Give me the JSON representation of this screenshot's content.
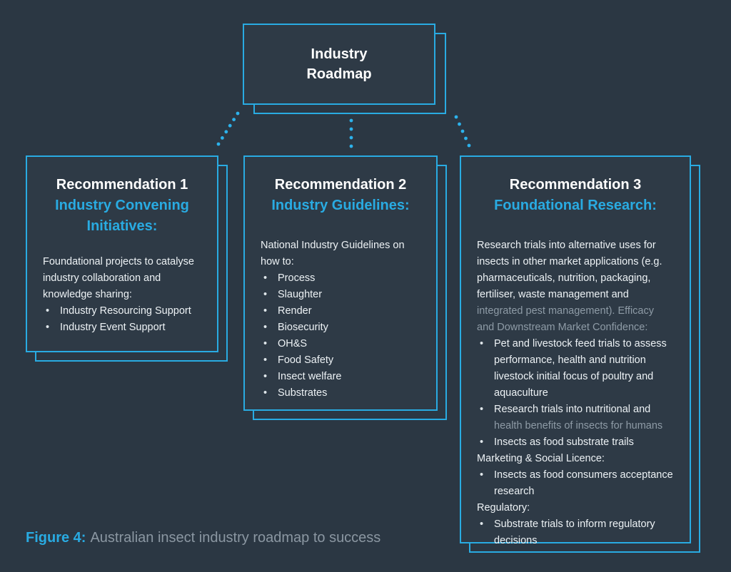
{
  "colors": {
    "background": "#2b3743",
    "box_fill": "#2e3a46",
    "accent_cyan": "#29abe2",
    "dot_cyan": "#2cb2ec",
    "text_white": "#edf2f5",
    "text_muted": "#8e9ba6",
    "caption_gray": "#8b97a2"
  },
  "root_box": {
    "title": "Industry\nRoadmap"
  },
  "caption": {
    "label": "Figure 4:",
    "text": "Australian insect industry roadmap to success"
  },
  "recommendations": [
    {
      "id": "recommendation-1",
      "heading": "Recommendation 1",
      "subheading": "Industry Convening Initiatives:",
      "blocks": [
        {
          "type": "paragraph",
          "segments": [
            {
              "text": "Foundational projects to catalyse industry collaboration and knowledge sharing:",
              "muted": false
            }
          ]
        },
        {
          "type": "bullets",
          "items": [
            [
              {
                "text": "Industry Resourcing Support",
                "muted": false
              }
            ],
            [
              {
                "text": "Industry Event Support",
                "muted": false
              }
            ]
          ]
        }
      ]
    },
    {
      "id": "recommendation-2",
      "heading": "Recommendation 2",
      "subheading": "Industry Guidelines:",
      "blocks": [
        {
          "type": "paragraph",
          "segments": [
            {
              "text": "National Industry Guidelines on how to:",
              "muted": false
            }
          ]
        },
        {
          "type": "bullets",
          "items": [
            [
              {
                "text": "Process",
                "muted": false
              }
            ],
            [
              {
                "text": "Slaughter",
                "muted": false
              }
            ],
            [
              {
                "text": "Render",
                "muted": false
              }
            ],
            [
              {
                "text": "Biosecurity",
                "muted": false
              }
            ],
            [
              {
                "text": "OH&S",
                "muted": false
              }
            ],
            [
              {
                "text": "Food Safety",
                "muted": false
              }
            ],
            [
              {
                "text": "Insect welfare",
                "muted": false
              }
            ],
            [
              {
                "text": "Substrates",
                "muted": false
              }
            ]
          ]
        }
      ]
    },
    {
      "id": "recommendation-3",
      "heading": "Recommendation 3",
      "subheading": "Foundational Research:",
      "blocks": [
        {
          "type": "paragraph",
          "segments": [
            {
              "text": "Research trials into alternative uses for insects in other market applications (e.g. pharmaceuticals, nutrition, packaging, fertiliser, waste management and ",
              "muted": false
            },
            {
              "text": "integrated pest management). Efficacy and Downstream Market Confidence:",
              "muted": true
            }
          ]
        },
        {
          "type": "bullets",
          "items": [
            [
              {
                "text": "Pet and livestock feed trials to assess performance, health and nutrition livestock initial focus of poultry and aquaculture",
                "muted": false
              }
            ],
            [
              {
                "text": "Research trials into nutritional and ",
                "muted": false
              },
              {
                "text": "health benefits of insects for humans",
                "muted": true
              }
            ],
            [
              {
                "text": "Insects as food substrate trails",
                "muted": false
              }
            ]
          ]
        },
        {
          "type": "label",
          "segments": [
            {
              "text": "Marketing & Social Licence:",
              "muted": false
            }
          ]
        },
        {
          "type": "bullets",
          "items": [
            [
              {
                "text": "Insects as food consumers acceptance research",
                "muted": false
              }
            ]
          ]
        },
        {
          "type": "label",
          "segments": [
            {
              "text": "Regulatory:",
              "muted": false
            }
          ]
        },
        {
          "type": "bullets",
          "items": [
            [
              {
                "text": "Substrate trials to inform regulatory decisions",
                "muted": false
              }
            ]
          ]
        }
      ]
    }
  ]
}
